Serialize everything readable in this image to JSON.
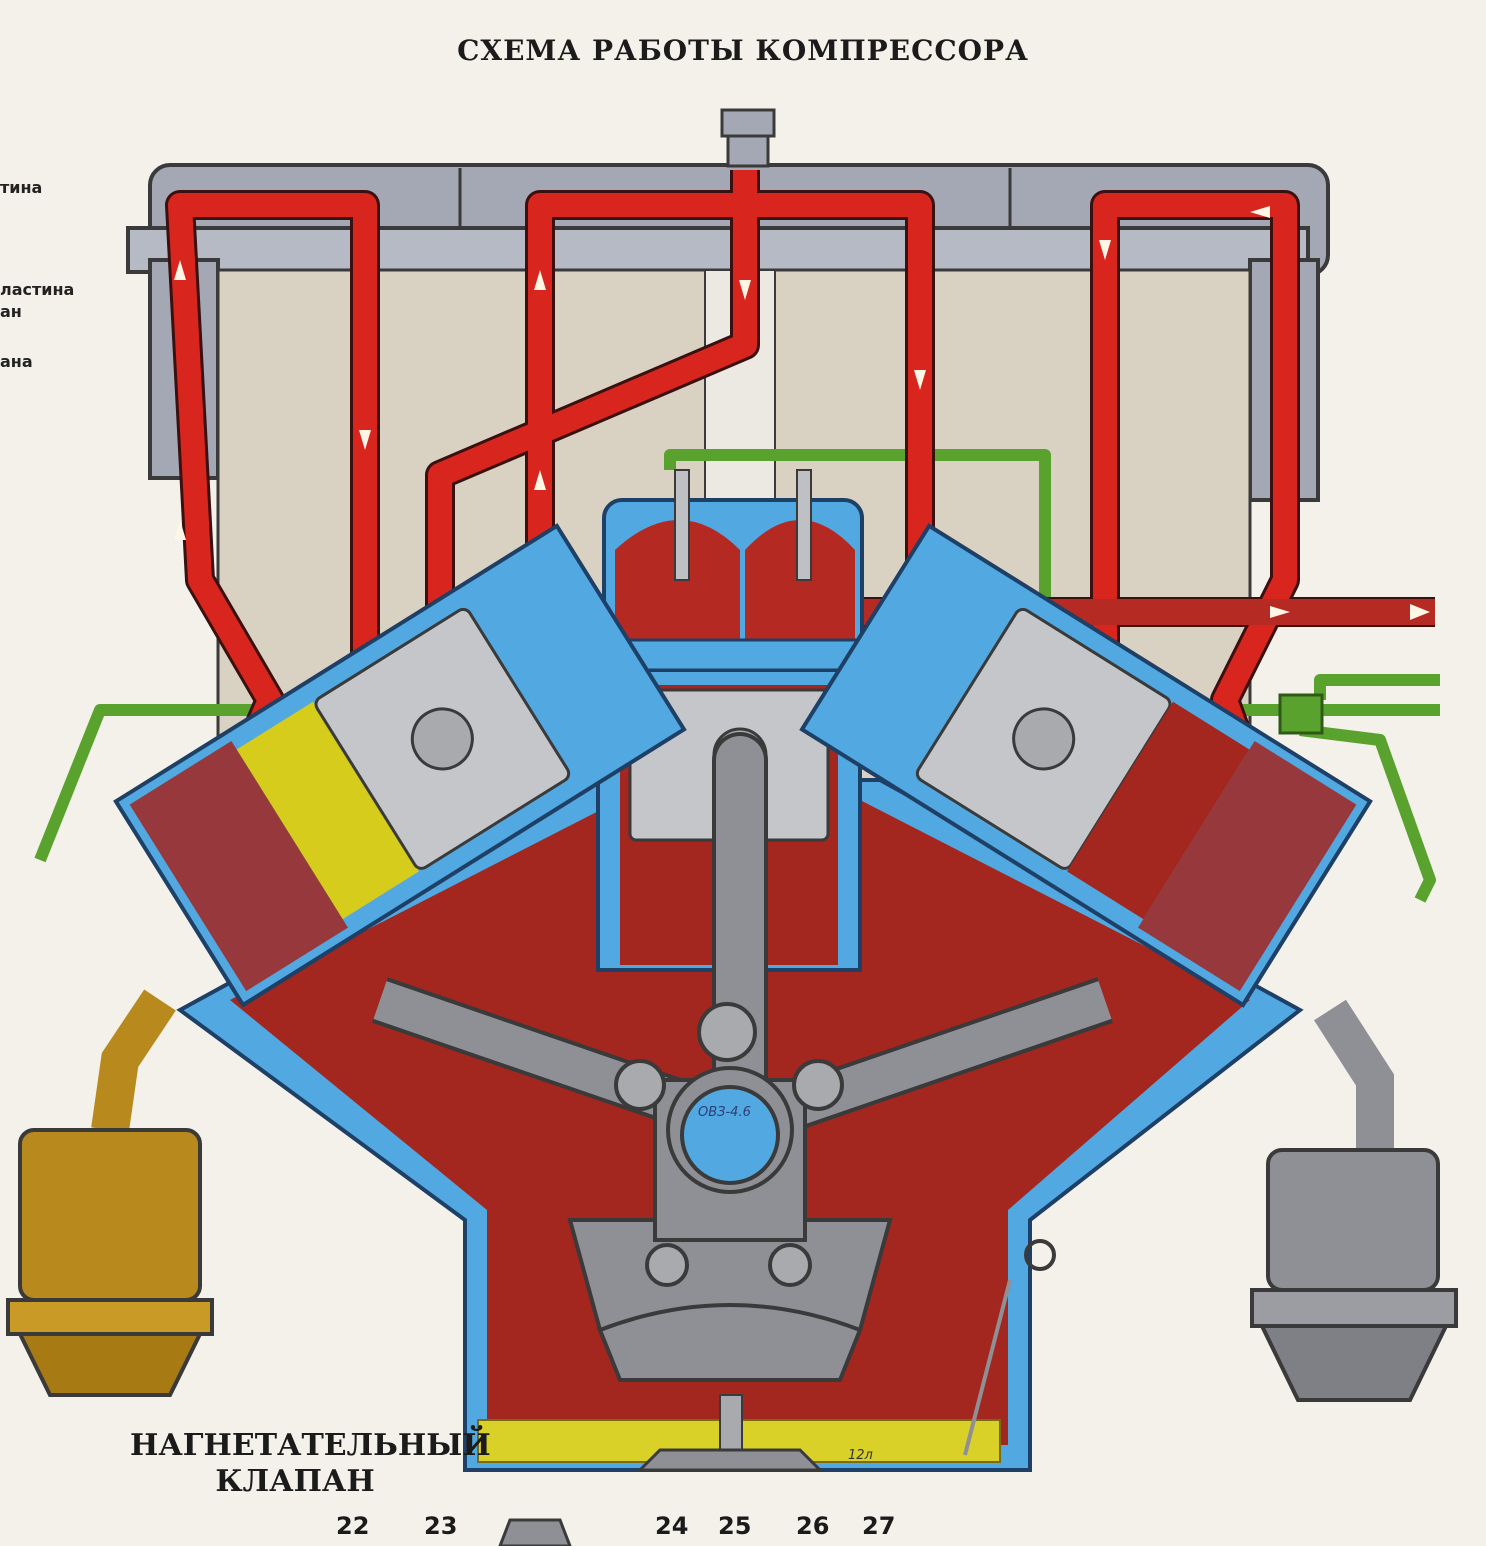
{
  "title": "СХЕМА РАБОТЫ КОМПРЕССОРА",
  "side_labels": [
    "тина",
    "ластина",
    "ан",
    "ана"
  ],
  "valve_label": {
    "line1": "НАГНЕТАТЕЛЬНЫЙ",
    "line2": "КЛАПАН"
  },
  "callout_numbers": [
    "22",
    "23",
    "24",
    "25",
    "26",
    "27"
  ],
  "stamps": {
    "crank": "ОВЗ-4.6",
    "sump": "12л"
  },
  "colors": {
    "air": "#d8261e",
    "oil_line": "#5aa22e",
    "frame": "#9ea2ad",
    "casing": "#52a8e0",
    "crankcase": "#a3261f",
    "filter_left": "#b8891c",
    "filter_right": "#8f9095",
    "sump_oil": "#d9d028",
    "radiator": "#d9d2c2"
  }
}
